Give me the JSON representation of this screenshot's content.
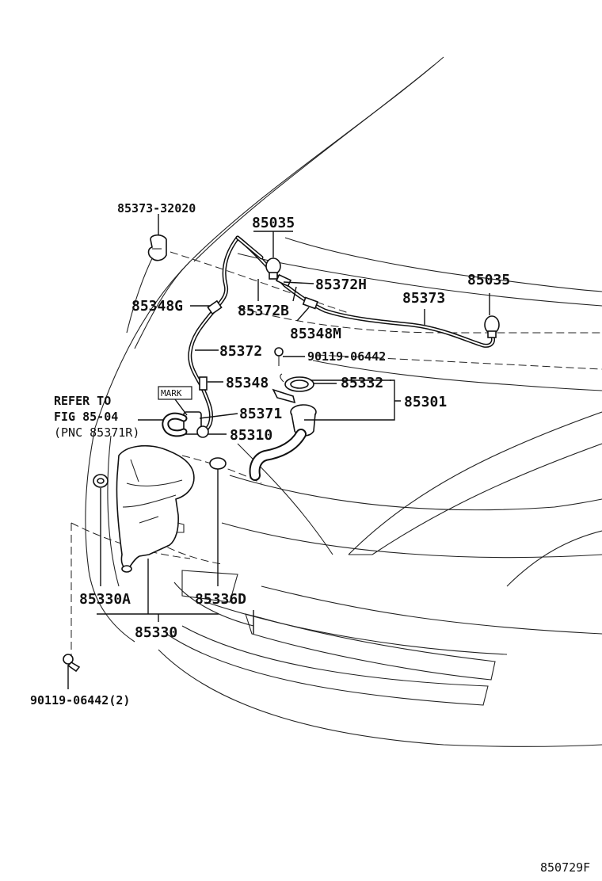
{
  "labels": {
    "l_85373_32020": "85373-32020",
    "l_85035_top": "85035",
    "l_85372H": "85372H",
    "l_85035_right": "85035",
    "l_85373": "85373",
    "l_85348G": "85348G",
    "l_85372B": "85372B",
    "l_85348M": "85348M",
    "l_85372": "85372",
    "l_90119_06442": "90119-06442",
    "l_85348": "85348",
    "l_85332": "85332",
    "l_85301": "85301",
    "refer_line1": "REFER TO",
    "refer_line2": "FIG 85-04",
    "refer_line3": "(PNC 85371R)",
    "mark": "MARK",
    "l_85371": "85371",
    "l_85310": "85310",
    "l_85330A": "85330A",
    "l_85336D": "85336D",
    "l_85330": "85330",
    "l_90119_06442_2": "90119-06442(2)",
    "figure_code": "850729F"
  }
}
